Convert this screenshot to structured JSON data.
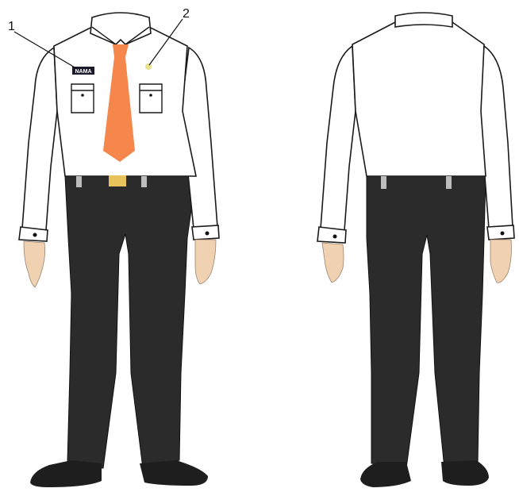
{
  "callouts": {
    "name_tag_number": "1",
    "badge_number": "2"
  },
  "name_tag": {
    "text": "NAMA"
  },
  "colors": {
    "shirt": "#ffffff",
    "outline": "#1a1a1a",
    "tie": "#f5874c",
    "trousers": "#2b2b2b",
    "shoes": "#1e1e1e",
    "buckle": "#e8c25a",
    "badge": "#e8e38a",
    "skin": "#f0d2b2",
    "belt_loop": "#bdbdbd"
  }
}
